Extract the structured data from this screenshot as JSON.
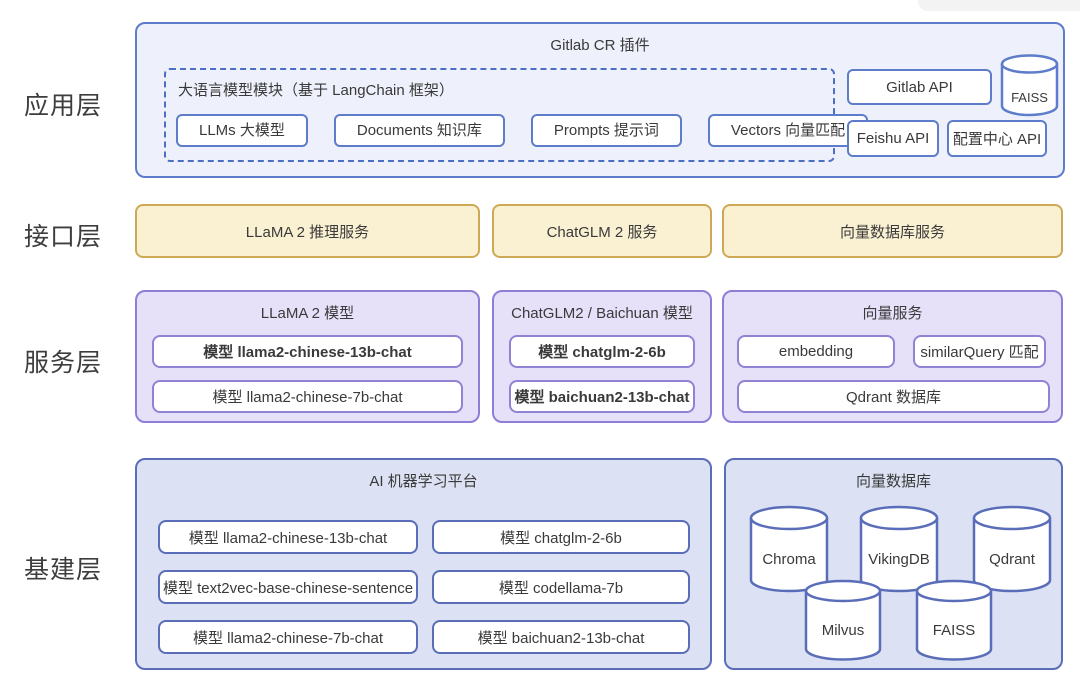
{
  "layers": [
    {
      "label": "应用层"
    },
    {
      "label": "接口层"
    },
    {
      "label": "服务层"
    },
    {
      "label": "基建层"
    }
  ],
  "app": {
    "title": "Gitlab CR 插件",
    "llm_module": {
      "title": "大语言模型模块（基于 LangChain 框架）",
      "items": [
        "LLMs 大模型",
        "Documents 知识库",
        "Prompts 提示词",
        "Vectors 向量匹配"
      ]
    },
    "apis": {
      "gitlab": "Gitlab API",
      "faiss": "FAISS",
      "feishu": "Feishu API",
      "config": "配置中心 API"
    }
  },
  "interface": {
    "services": [
      "LLaMA 2 推理服务",
      "ChatGLM 2 服务",
      "向量数据库服务"
    ]
  },
  "service": {
    "llama": {
      "title": "LLaMA 2 模型",
      "items": [
        "模型 llama2-chinese-13b-chat",
        "模型 llama2-chinese-7b-chat"
      ]
    },
    "chatglm": {
      "title": "ChatGLM2 / Baichuan 模型",
      "items": [
        "模型 chatglm-2-6b",
        "模型 baichuan2-13b-chat"
      ]
    },
    "vector": {
      "title": "向量服务",
      "items": [
        "embedding",
        "similarQuery 匹配",
        "Qdrant 数据库"
      ]
    }
  },
  "infra": {
    "ml_platform": {
      "title": "AI 机器学习平台",
      "items": [
        "模型 llama2-chinese-13b-chat",
        "模型 chatglm-2-6b",
        "模型 text2vec-base-chinese-sentence",
        "模型 codellama-7b",
        "模型 llama2-chinese-7b-chat",
        "模型 baichuan2-13b-chat"
      ]
    },
    "vector_db": {
      "title": "向量数据库",
      "databases": [
        "Chroma",
        "VikingDB",
        "Qdrant",
        "Milvus",
        "FAISS"
      ]
    }
  },
  "colors": {
    "app_fill": "#eef1fb",
    "app_border": "#5d7cc9",
    "interface_fill": "#faf0d2",
    "interface_border": "#cfa855",
    "service_fill": "#e7e0f9",
    "service_border": "#8f7ed6",
    "infra_fill": "#dce2f4",
    "infra_border": "#5a6db9"
  }
}
